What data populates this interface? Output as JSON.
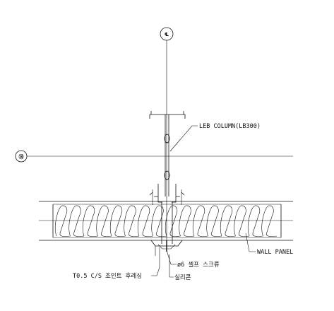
{
  "markers": {
    "vertical_axis": "℄",
    "horizontal_axis": "⑭"
  },
  "labels": {
    "column": "LEB COLUMN(LB300)",
    "wall_panel": "WALL PANEL",
    "screw": "ø6 셀프 스크류",
    "joint": "T0.5 C/S 조인트 후레싱",
    "silicone": "실리콘"
  }
}
